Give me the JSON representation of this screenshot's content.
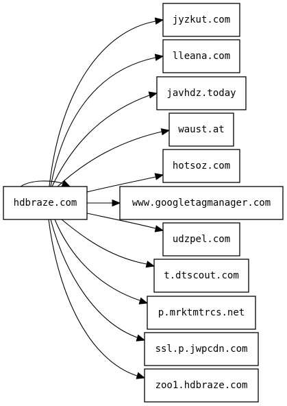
{
  "graph": {
    "source": "hdbraze.com",
    "targets": [
      "jyzkut.com",
      "lleana.com",
      "javhdz.today",
      "waust.at",
      "hotsoz.com",
      "www.googletagmanager.com",
      "udzpel.com",
      "t.dtscout.com",
      "p.mrktmtrcs.net",
      "ssl.p.jwpcdn.com",
      "zoo1.hdbraze.com"
    ],
    "self_loop": true
  }
}
